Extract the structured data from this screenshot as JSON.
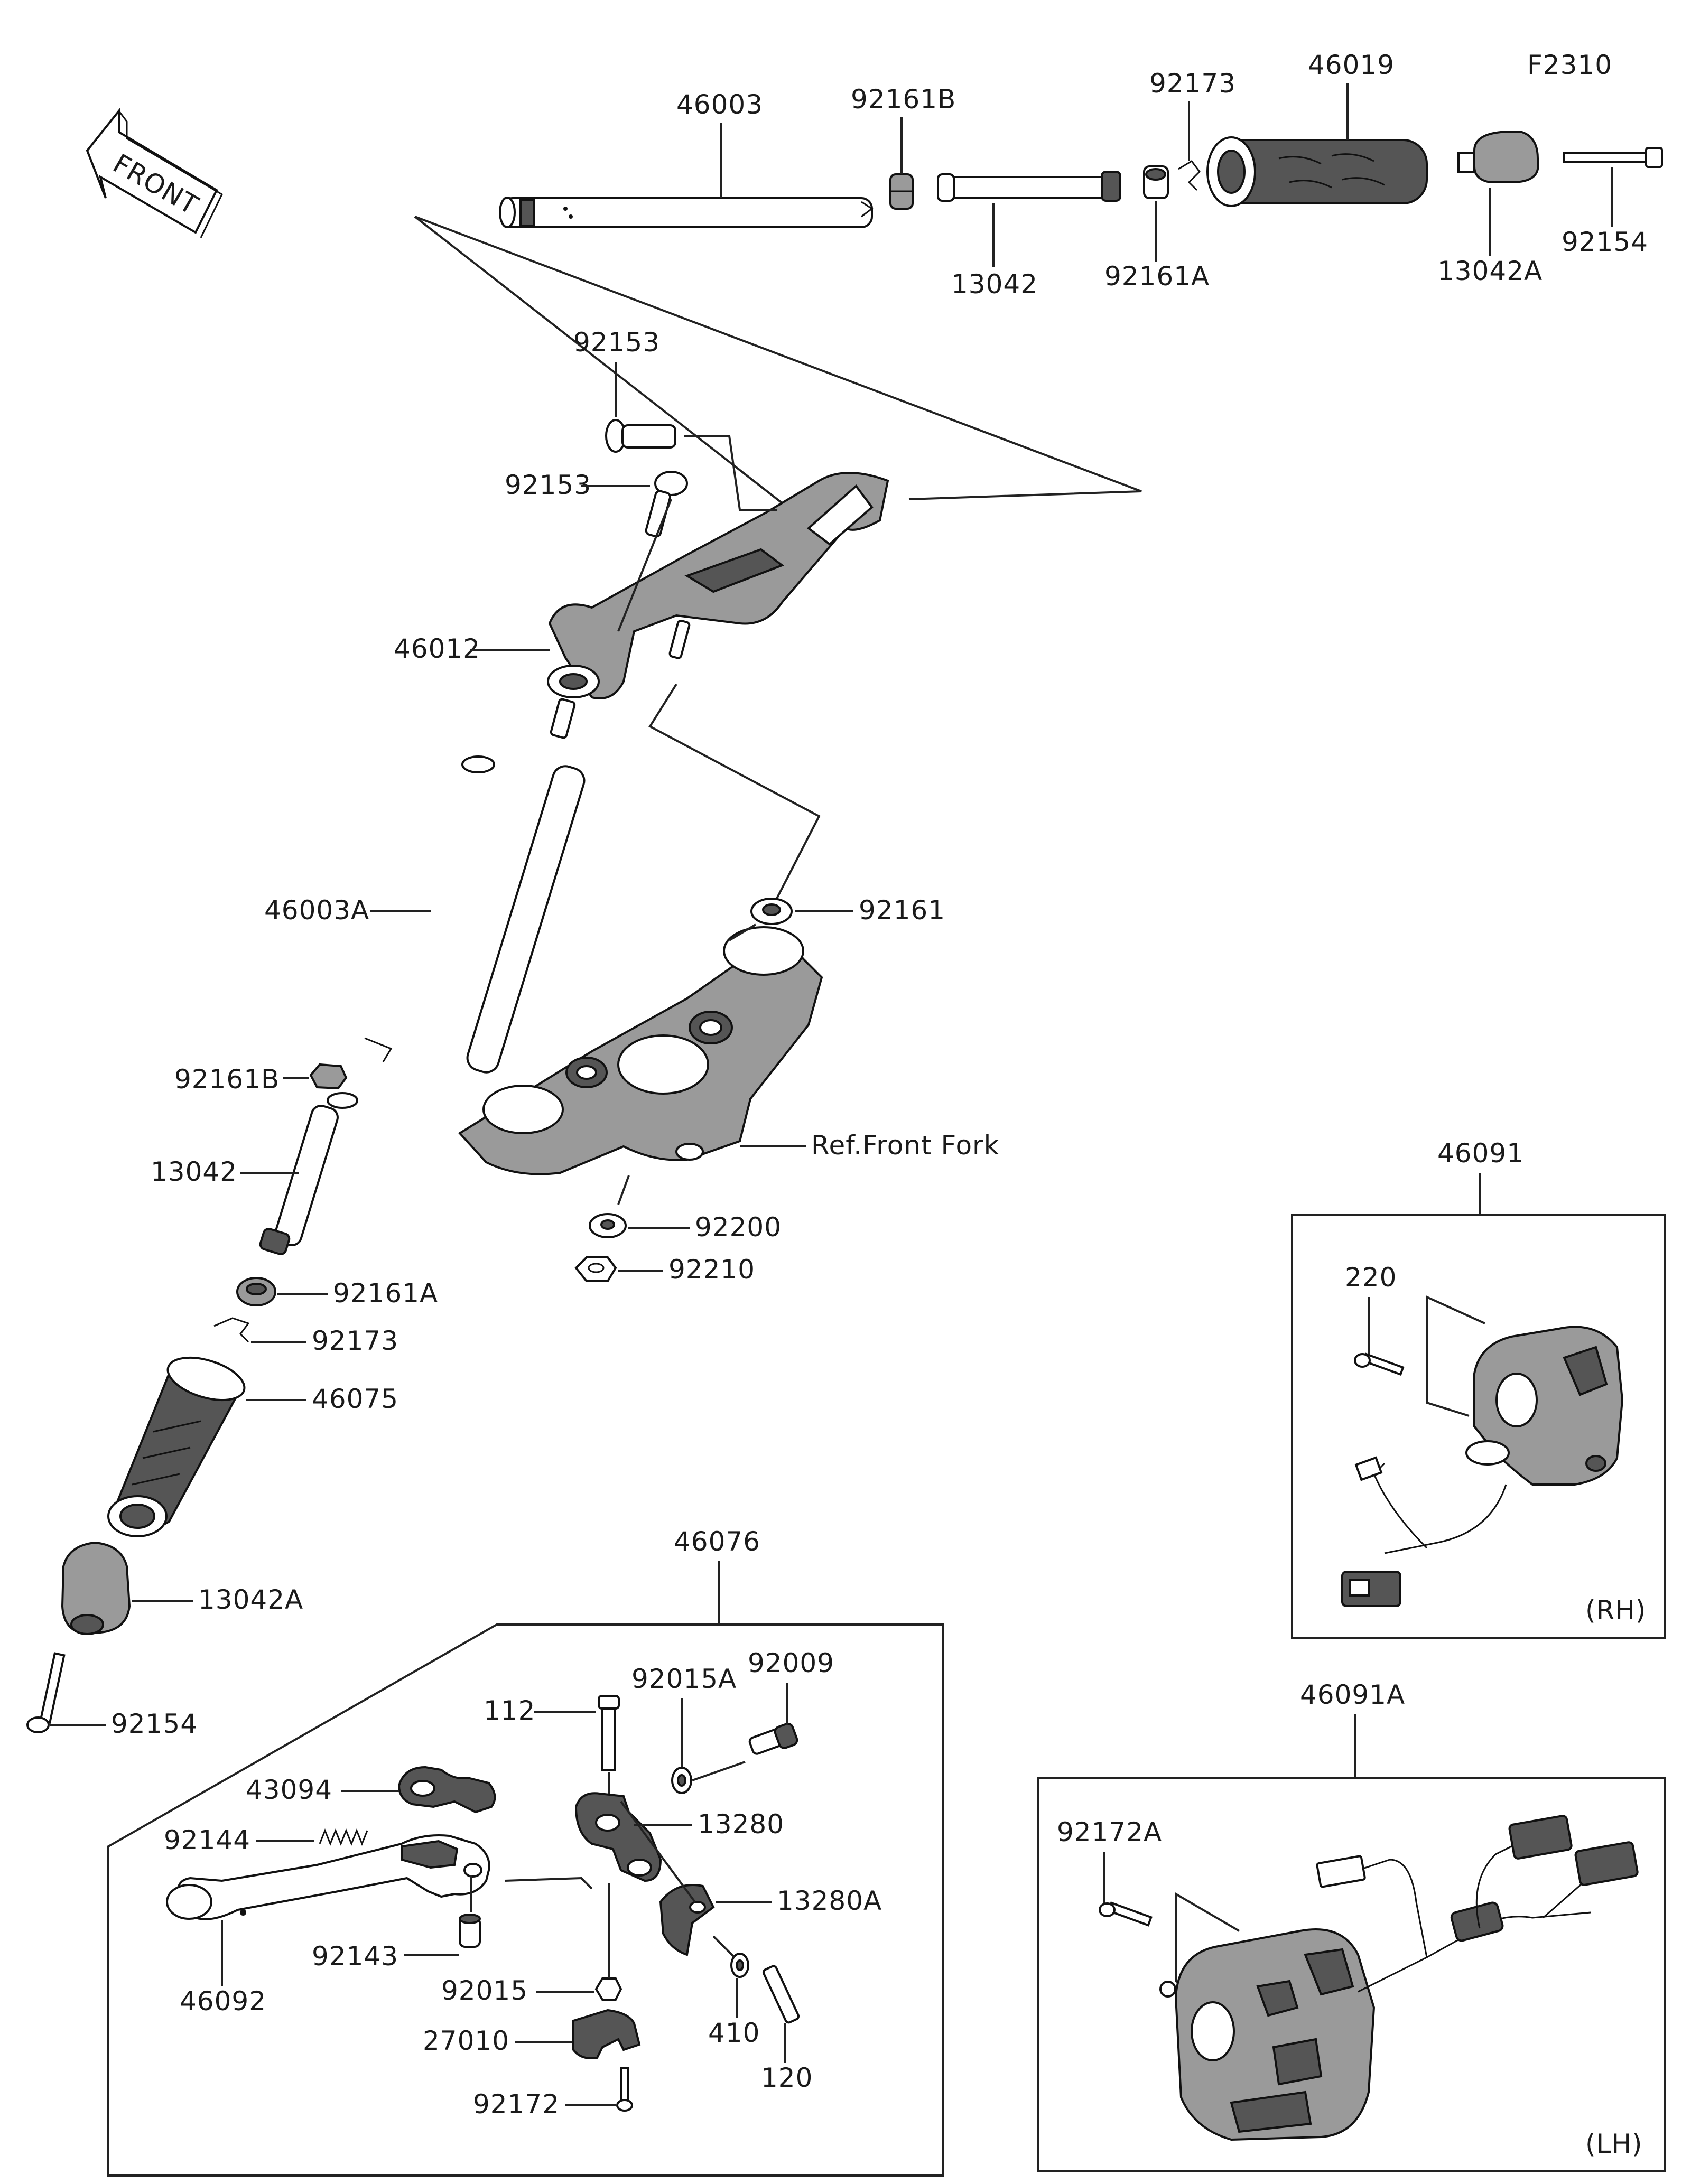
{
  "figure_code": "F2310",
  "front_arrow": {
    "text": "FRONT",
    "icon": "front-direction-arrow-icon"
  },
  "labels": {
    "p46003": "46003",
    "p92161B_top": "92161B",
    "p92173_top": "92173",
    "p46019": "46019",
    "p13042_top": "13042",
    "p92161A_top": "92161A",
    "p13042A_top": "13042A",
    "p92154_top": "92154",
    "p92153_a": "92153",
    "p92153_b": "92153",
    "p46012": "46012",
    "p46003A": "46003A",
    "p92161": "92161",
    "ref_front_fork": "Ref.Front Fork",
    "p92200": "92200",
    "p92210": "92210",
    "p92161B_left": "92161B",
    "p13042_left": "13042",
    "p92161A_left": "92161A",
    "p92173_left": "92173",
    "p46075": "46075",
    "p13042A_left": "13042A",
    "p92154_left": "92154",
    "p46076": "46076",
    "p112": "112",
    "p92015A": "92015A",
    "p92009": "92009",
    "p43094": "43094",
    "p92144": "92144",
    "p13280": "13280",
    "p13280A": "13280A",
    "p92143": "92143",
    "p46092": "46092",
    "p92015": "92015",
    "p410": "410",
    "p120": "120",
    "p27010": "27010",
    "p92172": "92172",
    "p46091": "46091",
    "p220": "220",
    "rh": "(RH)",
    "p46091A": "46091A",
    "p92172A": "92172A",
    "lh": "(LH)"
  }
}
